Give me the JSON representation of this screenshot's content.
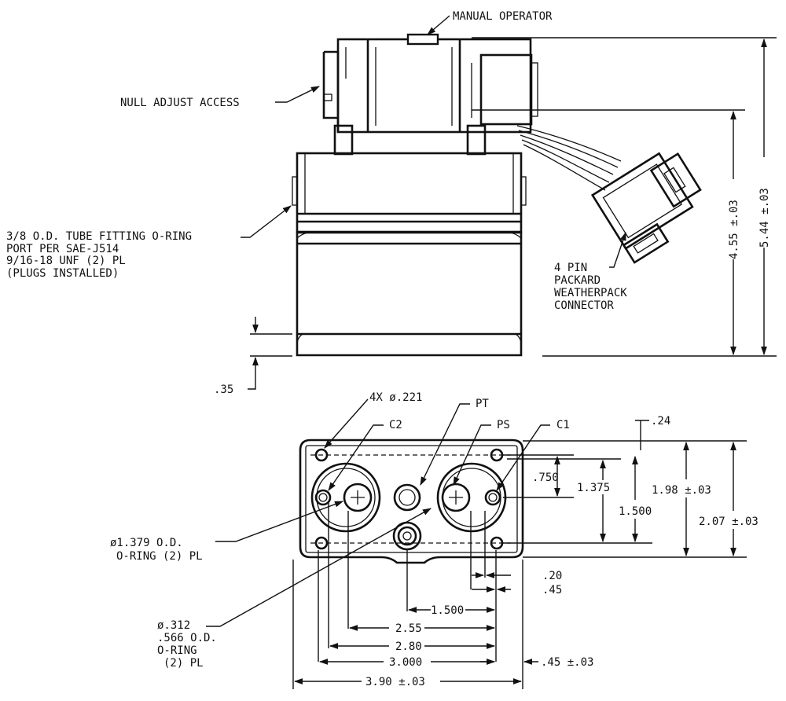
{
  "top_view": {
    "callouts": {
      "manual_operator": "MANUAL OPERATOR",
      "null_adjust": "NULL ADJUST ACCESS",
      "tube_fitting": [
        "3/8 O.D. TUBE FITTING O-RING",
        "PORT PER SAE-J514",
        "9/16-18 UNF (2) PL",
        "(PLUGS INSTALLED)"
      ],
      "connector": [
        "4 PIN",
        "PACKARD",
        "WEATHERPACK",
        "CONNECTOR"
      ]
    },
    "dimensions": {
      "overall_height": "5.44 ±.03",
      "body_height": "4.55 ±.03",
      "base_thickness": ".35"
    }
  },
  "bottom_view": {
    "callouts": {
      "holes": "4X ø.221",
      "pt": "PT",
      "ps": "PS",
      "c1": "C1",
      "c2": "C2",
      "oring_large": [
        "ø1.379  O.D.",
        "O-RING (2) PL"
      ],
      "oring_small": [
        "ø.312",
        ".566 O.D.",
        "O-RING",
        "(2) PL"
      ]
    },
    "dimensions": {
      "top_offset": ".24",
      "d_750": ".750",
      "d_1375": "1.375",
      "d_1500_v": "1.500",
      "d_198": "1.98  ±.03",
      "d_207": "2.07  ±.03",
      "d_20": ".20",
      "d_45": ".45",
      "d_1500_h": "1.500",
      "d_255": "2.55",
      "d_280": "2.80",
      "d_3000": "3.000",
      "d_45_tol": ".45 ±.03",
      "d_390": "3.90 ±.03"
    }
  }
}
